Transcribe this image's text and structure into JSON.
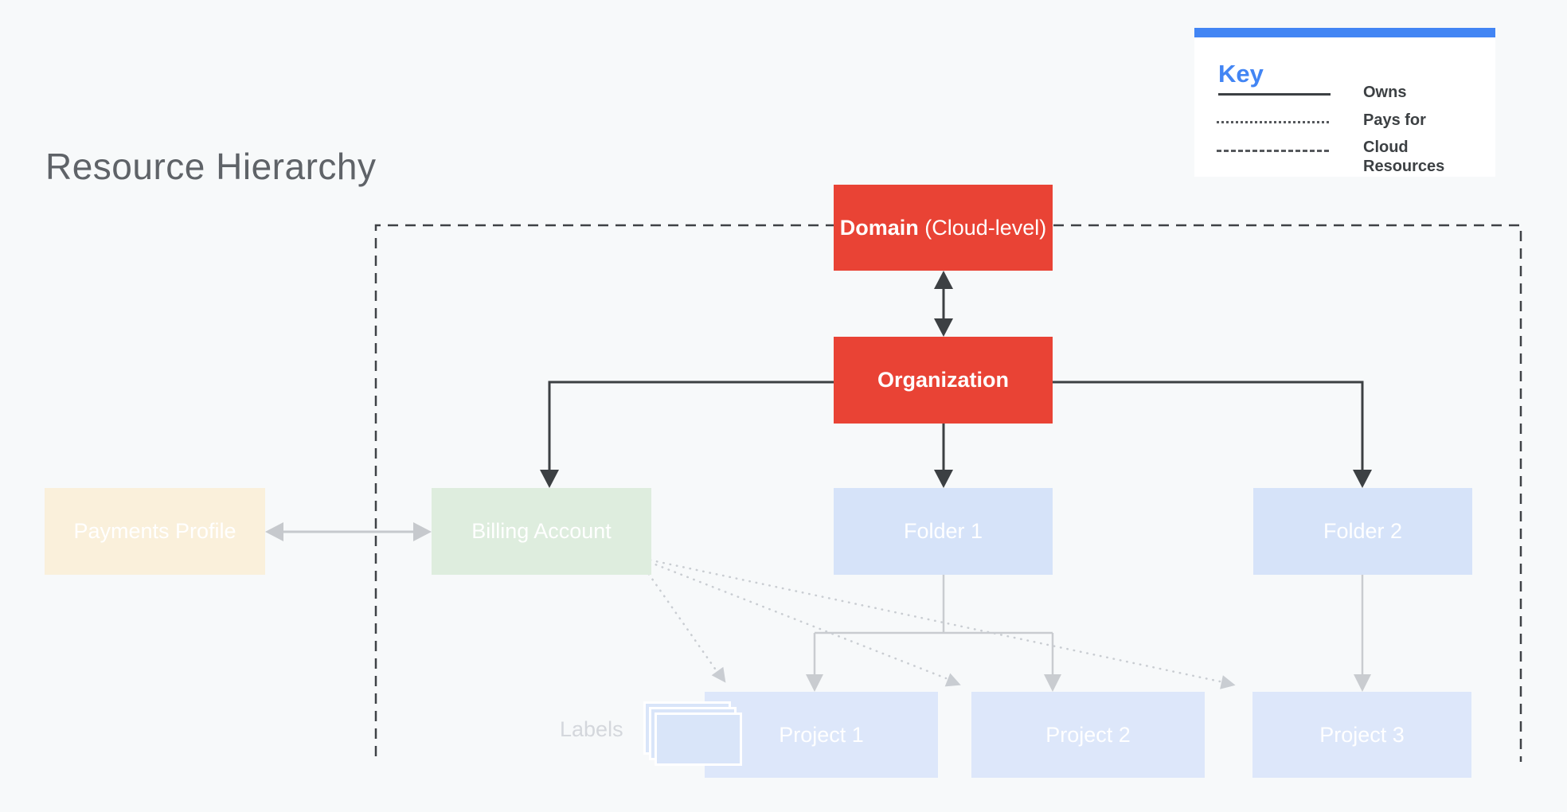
{
  "title": "Resource Hierarchy",
  "key": {
    "heading": "Key",
    "items": [
      {
        "style": "solid",
        "label": "Owns"
      },
      {
        "style": "dotted",
        "label": "Pays for"
      },
      {
        "style": "dashed",
        "label": "Cloud Resources"
      }
    ]
  },
  "nodes": {
    "domain": {
      "bold": "Domain",
      "rest": " (Cloud-level)"
    },
    "organization": {
      "label": "Organization"
    },
    "payments_profile": {
      "label": "Payments Profile"
    },
    "billing_account": {
      "label": "Billing Account"
    },
    "folder1": {
      "label": "Folder 1"
    },
    "folder2": {
      "label": "Folder 2"
    },
    "project1": {
      "label": "Project 1"
    },
    "project2": {
      "label": "Project 2"
    },
    "project3": {
      "label": "Project 3"
    },
    "labels_caption": "Labels"
  },
  "colors": {
    "background": "#f7f9fa",
    "red_node": "#e94335",
    "cream_node": "#faf0db",
    "green_node": "#deedde",
    "blue_node": "#d6e3f9",
    "node_text": "#ffffff",
    "title_text": "#5f6368",
    "key_accent": "#4285f4",
    "dark_line": "#3c4043",
    "gray_line": "#c6c9cd",
    "labels_text": "#d4d7dc"
  }
}
